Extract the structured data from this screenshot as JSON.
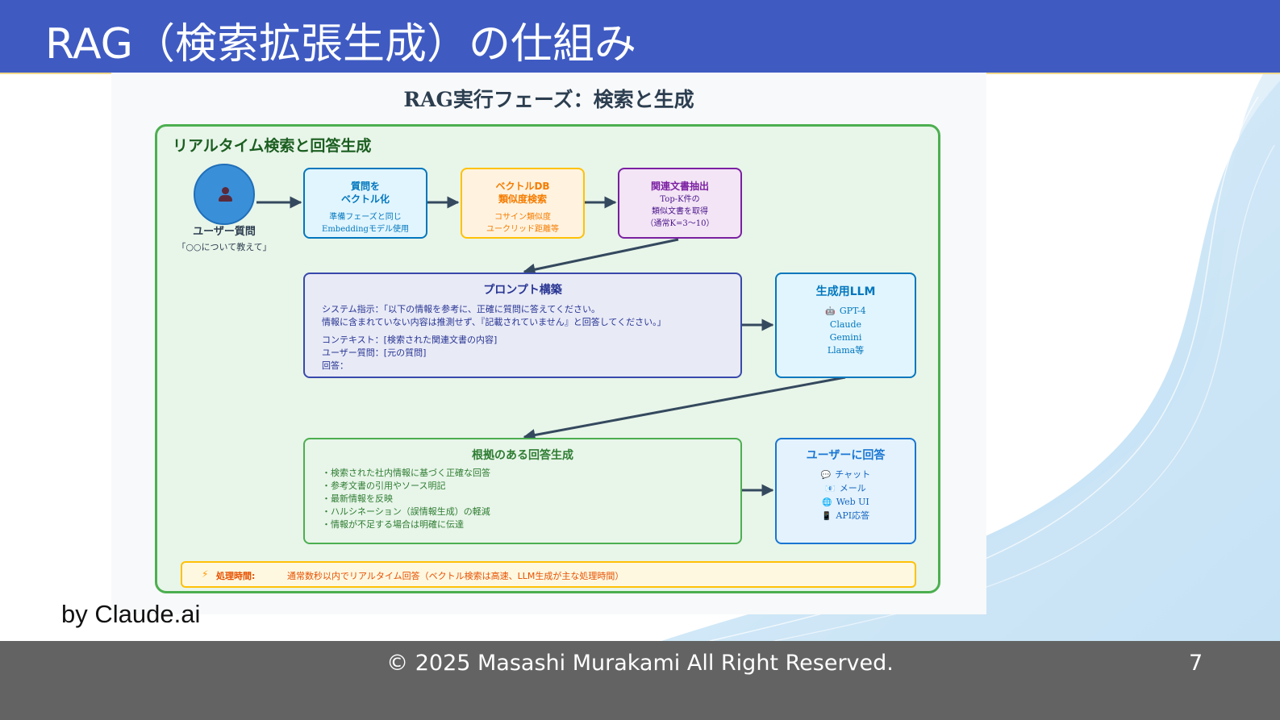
{
  "slide": {
    "title": "RAG（検索拡張生成）の仕組み",
    "byline": "by Claude.ai",
    "copyright": "© 2025 Masashi Murakami All Right Reserved.",
    "page_number": "7"
  },
  "diagram": {
    "title": "RAG実行フェーズ：検索と生成",
    "frame_title": "リアルタイム検索と回答生成",
    "user": {
      "icon": "user-icon",
      "label": "ユーザー質問",
      "quote": "「○○について教えて」"
    },
    "vectorize": {
      "title_line1": "質問を",
      "title_line2": "ベクトル化",
      "note_line1": "準備フェーズと同じ",
      "note_line2": "Embeddingモデル使用"
    },
    "vectordb": {
      "title_line1": "ベクトルDB",
      "title_line2": "類似度検索",
      "note_line1": "コサイン類似度",
      "note_line2": "ユークリッド距離等"
    },
    "extract": {
      "title": "関連文書抽出",
      "note_line1": "Top-K件の",
      "note_line2": "類似文書を取得",
      "note_line3": "（通常K=3〜10）"
    },
    "prompt": {
      "title": "プロンプト構築",
      "lines": [
        "システム指示：「以下の情報を参考に、正確に質問に答えてください。",
        "情報に含まれていない内容は推測せず、『記載されていません』と回答してください。」",
        "コンテキスト：[検索された関連文書の内容]",
        "ユーザー質問：[元の質問]",
        "回答："
      ]
    },
    "llm": {
      "title": "生成用LLM",
      "items": [
        "GPT-4",
        "Claude",
        "Gemini",
        "Llama等"
      ],
      "icon": "robot-icon"
    },
    "answer": {
      "title": "根拠のある回答生成",
      "bullets": [
        "・検索された社内情報に基づく正確な回答",
        "・参考文書の引用やソース明記",
        "・最新情報を反映",
        "・ハルシネーション（誤情報生成）の軽減",
        "・情報が不足する場合は明確に伝達"
      ]
    },
    "deliver": {
      "title": "ユーザーに回答",
      "items": [
        {
          "icon": "speech-bubble-icon",
          "glyph": "💬",
          "label": "チャット"
        },
        {
          "icon": "mail-icon",
          "glyph": "📧",
          "label": "メール"
        },
        {
          "icon": "globe-icon",
          "glyph": "🌐",
          "label": "Web UI"
        },
        {
          "icon": "phone-icon",
          "glyph": "📱",
          "label": "API応答"
        }
      ]
    },
    "processing": {
      "icon_glyph": "⚡",
      "label": "処理時間:",
      "text": "通常数秒以内でリアルタイム回答（ベクトル検索は高速、LLM生成が主な処理時間）"
    },
    "colors": {
      "header": "#3f5bc2",
      "frame_border": "#4caf50",
      "frame_fill": "#e8f5e9",
      "vectorize": "#0277bd",
      "vectordb": "#f57c00",
      "extract": "#7b1fa2",
      "prompt": "#3949ab",
      "llm": "#0277bd",
      "answer": "#2e7d32",
      "deliver": "#1976d2",
      "arrow": "#34495e",
      "footer": "#636363"
    }
  }
}
